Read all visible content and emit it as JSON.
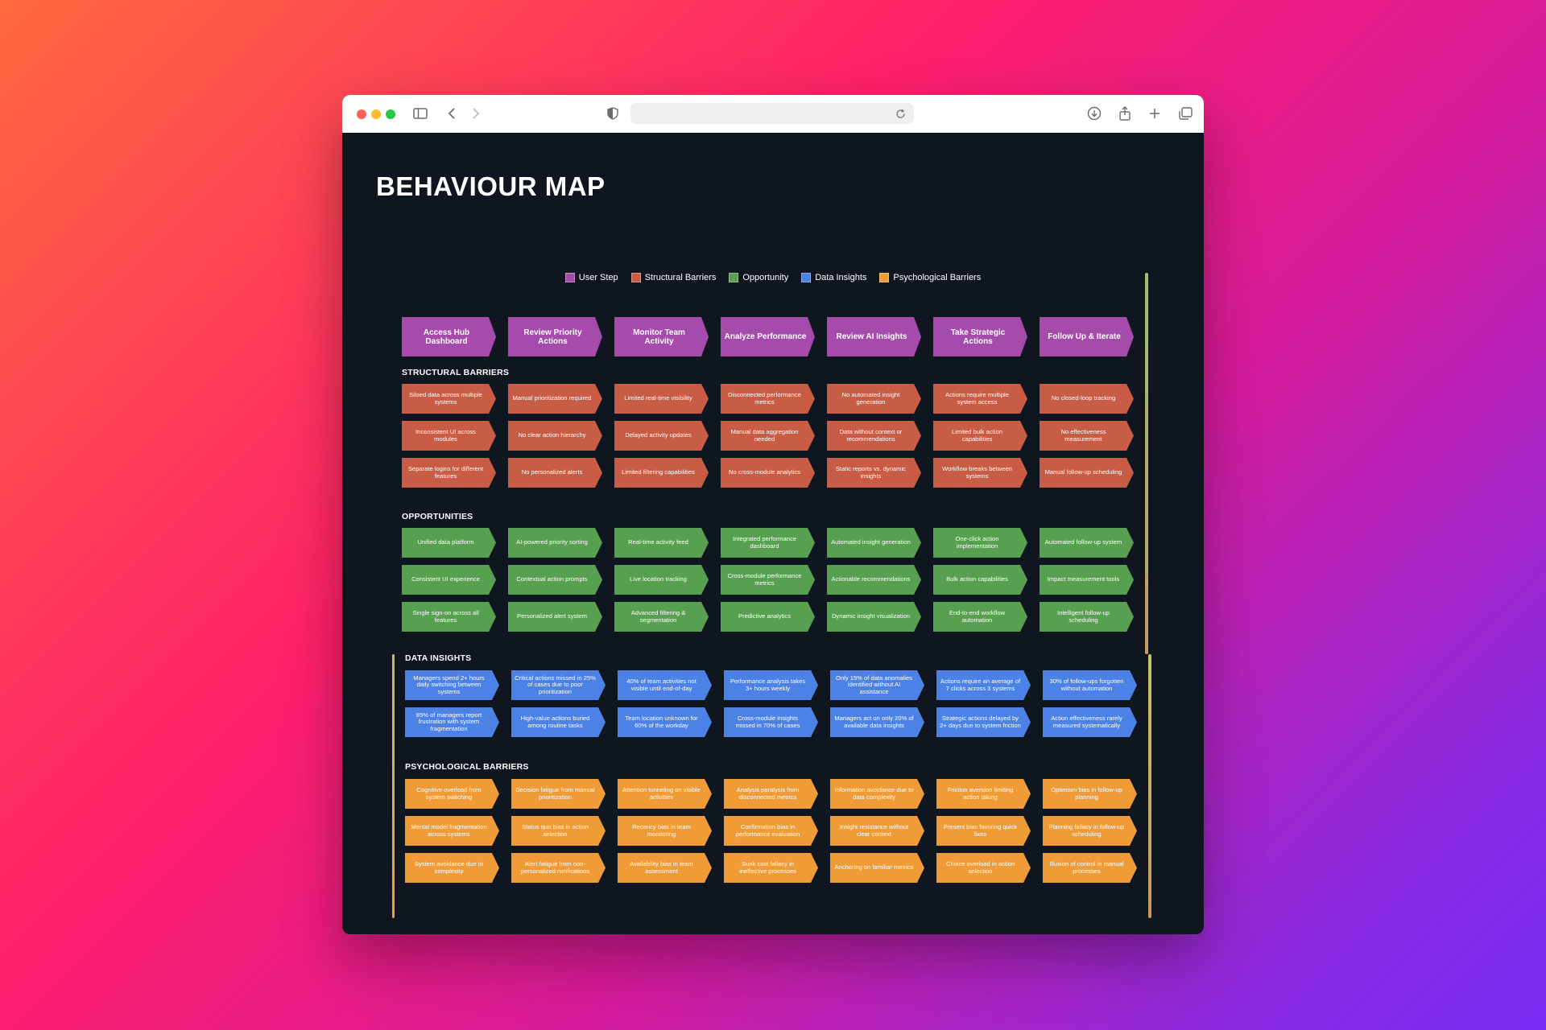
{
  "browser": {
    "icons": [
      "sidebar-icon",
      "back-icon",
      "forward-icon",
      "shield-icon",
      "reload-icon",
      "download-icon",
      "share-icon",
      "plus-icon",
      "tabs-icon"
    ]
  },
  "page": {
    "title": "BEHAVIOUR MAP"
  },
  "legend": [
    {
      "label": "User Step",
      "color": "#a54bab"
    },
    {
      "label": "Structural Barriers",
      "color": "#c85c45"
    },
    {
      "label": "Opportunity",
      "color": "#57a04f"
    },
    {
      "label": "Data Insights",
      "color": "#4c82e6"
    },
    {
      "label": "Psychological Barriers",
      "color": "#ef9c38"
    }
  ],
  "steps": [
    "Access Hub Dashboard",
    "Review Priority Actions",
    "Monitor Team Activity",
    "Analyze Performance",
    "Review AI Insights",
    "Take Strategic Actions",
    "Follow Up & Iterate"
  ],
  "sections": {
    "structural": {
      "label": "STRUCTURAL BARRIERS",
      "items": [
        "Siloed data across multiple systems",
        "Manual prioritization required",
        "Limited real-time visibility",
        "Disconnected performance metrics",
        "No automated insight generation",
        "Actions require multiple system access",
        "No closed-loop tracking",
        "Inconsistent UI across modules",
        "No clear action hierarchy",
        "Delayed activity updates",
        "Manual data aggregation needed",
        "Data without context or recommendations",
        "Limited bulk action capabilities",
        "No effectiveness measurement",
        "Separate logins for different features",
        "No personalized alerts",
        "Limited filtering capabilities",
        "No cross-module analytics",
        "Static reports vs. dynamic insights",
        "Workflow breaks between systems",
        "Manual follow-up scheduling"
      ]
    },
    "opportunities": {
      "label": "OPPORTUNITIES",
      "items": [
        "Unified data platform",
        "AI-powered priority sorting",
        "Real-time activity feed",
        "Integrated performance dashboard",
        "Automated insight generation",
        "One-click action implementation",
        "Automated follow-up system",
        "Consistent UI experience",
        "Contextual action prompts",
        "Live location tracking",
        "Cross-module performance metrics",
        "Actionable recommendations",
        "Bulk action capabilities",
        "Impact measurement tools",
        "Single sign-on across all features",
        "Personalized alert system",
        "Advanced filtering & segmentation",
        "Predictive analytics",
        "Dynamic insight visualization",
        "End-to-end workflow automation",
        "Intelligent follow-up scheduling"
      ]
    },
    "data": {
      "label": "DATA INSIGHTS",
      "items": [
        "Managers spend 2+ hours daily switching between systems",
        "Critical actions missed in 25% of cases due to poor prioritization",
        "40% of team activities not visible until end-of-day",
        "Performance analysis takes 3+ hours weekly",
        "Only 15% of data anomalies identified without AI assistance",
        "Actions require an average of 7 clicks across 3 systems",
        "30% of follow-ups forgotten without automation",
        "85% of managers report frustration with system fragmentation",
        "High-value actions buried among routine tasks",
        "Team location unknown for 60% of the workday",
        "Cross-module insights missed in 70% of cases",
        "Managers act on only 20% of available data insights",
        "Strategic actions delayed by 2+ days due to system friction",
        "Action effectiveness rarely measured systematically"
      ]
    },
    "psych": {
      "label": "PSYCHOLOGICAL BARRIERS",
      "items": [
        "Cognitive overload from system switching",
        "Decision fatigue from manual prioritization",
        "Attention tunneling on visible activities",
        "Analysis paralysis from disconnected metrics",
        "Information avoidance due to data complexity",
        "Friction aversion limiting action taking",
        "Optimism bias in follow-up planning",
        "Mental model fragmentation across systems",
        "Status quo bias in action selection",
        "Recency bias in team monitoring",
        "Confirmation bias in performance evaluation",
        "Insight resistance without clear context",
        "Present bias favoring quick fixes",
        "Planning fallacy in follow-up scheduling",
        "System avoidance due to complexity",
        "Alert fatigue from non-personalized notifications",
        "Availability bias in team assessment",
        "Sunk cost fallacy in ineffective processes",
        "Anchoring on familiar metrics",
        "Choice overload in action selection",
        "Illusion of control in manual processes"
      ]
    }
  }
}
